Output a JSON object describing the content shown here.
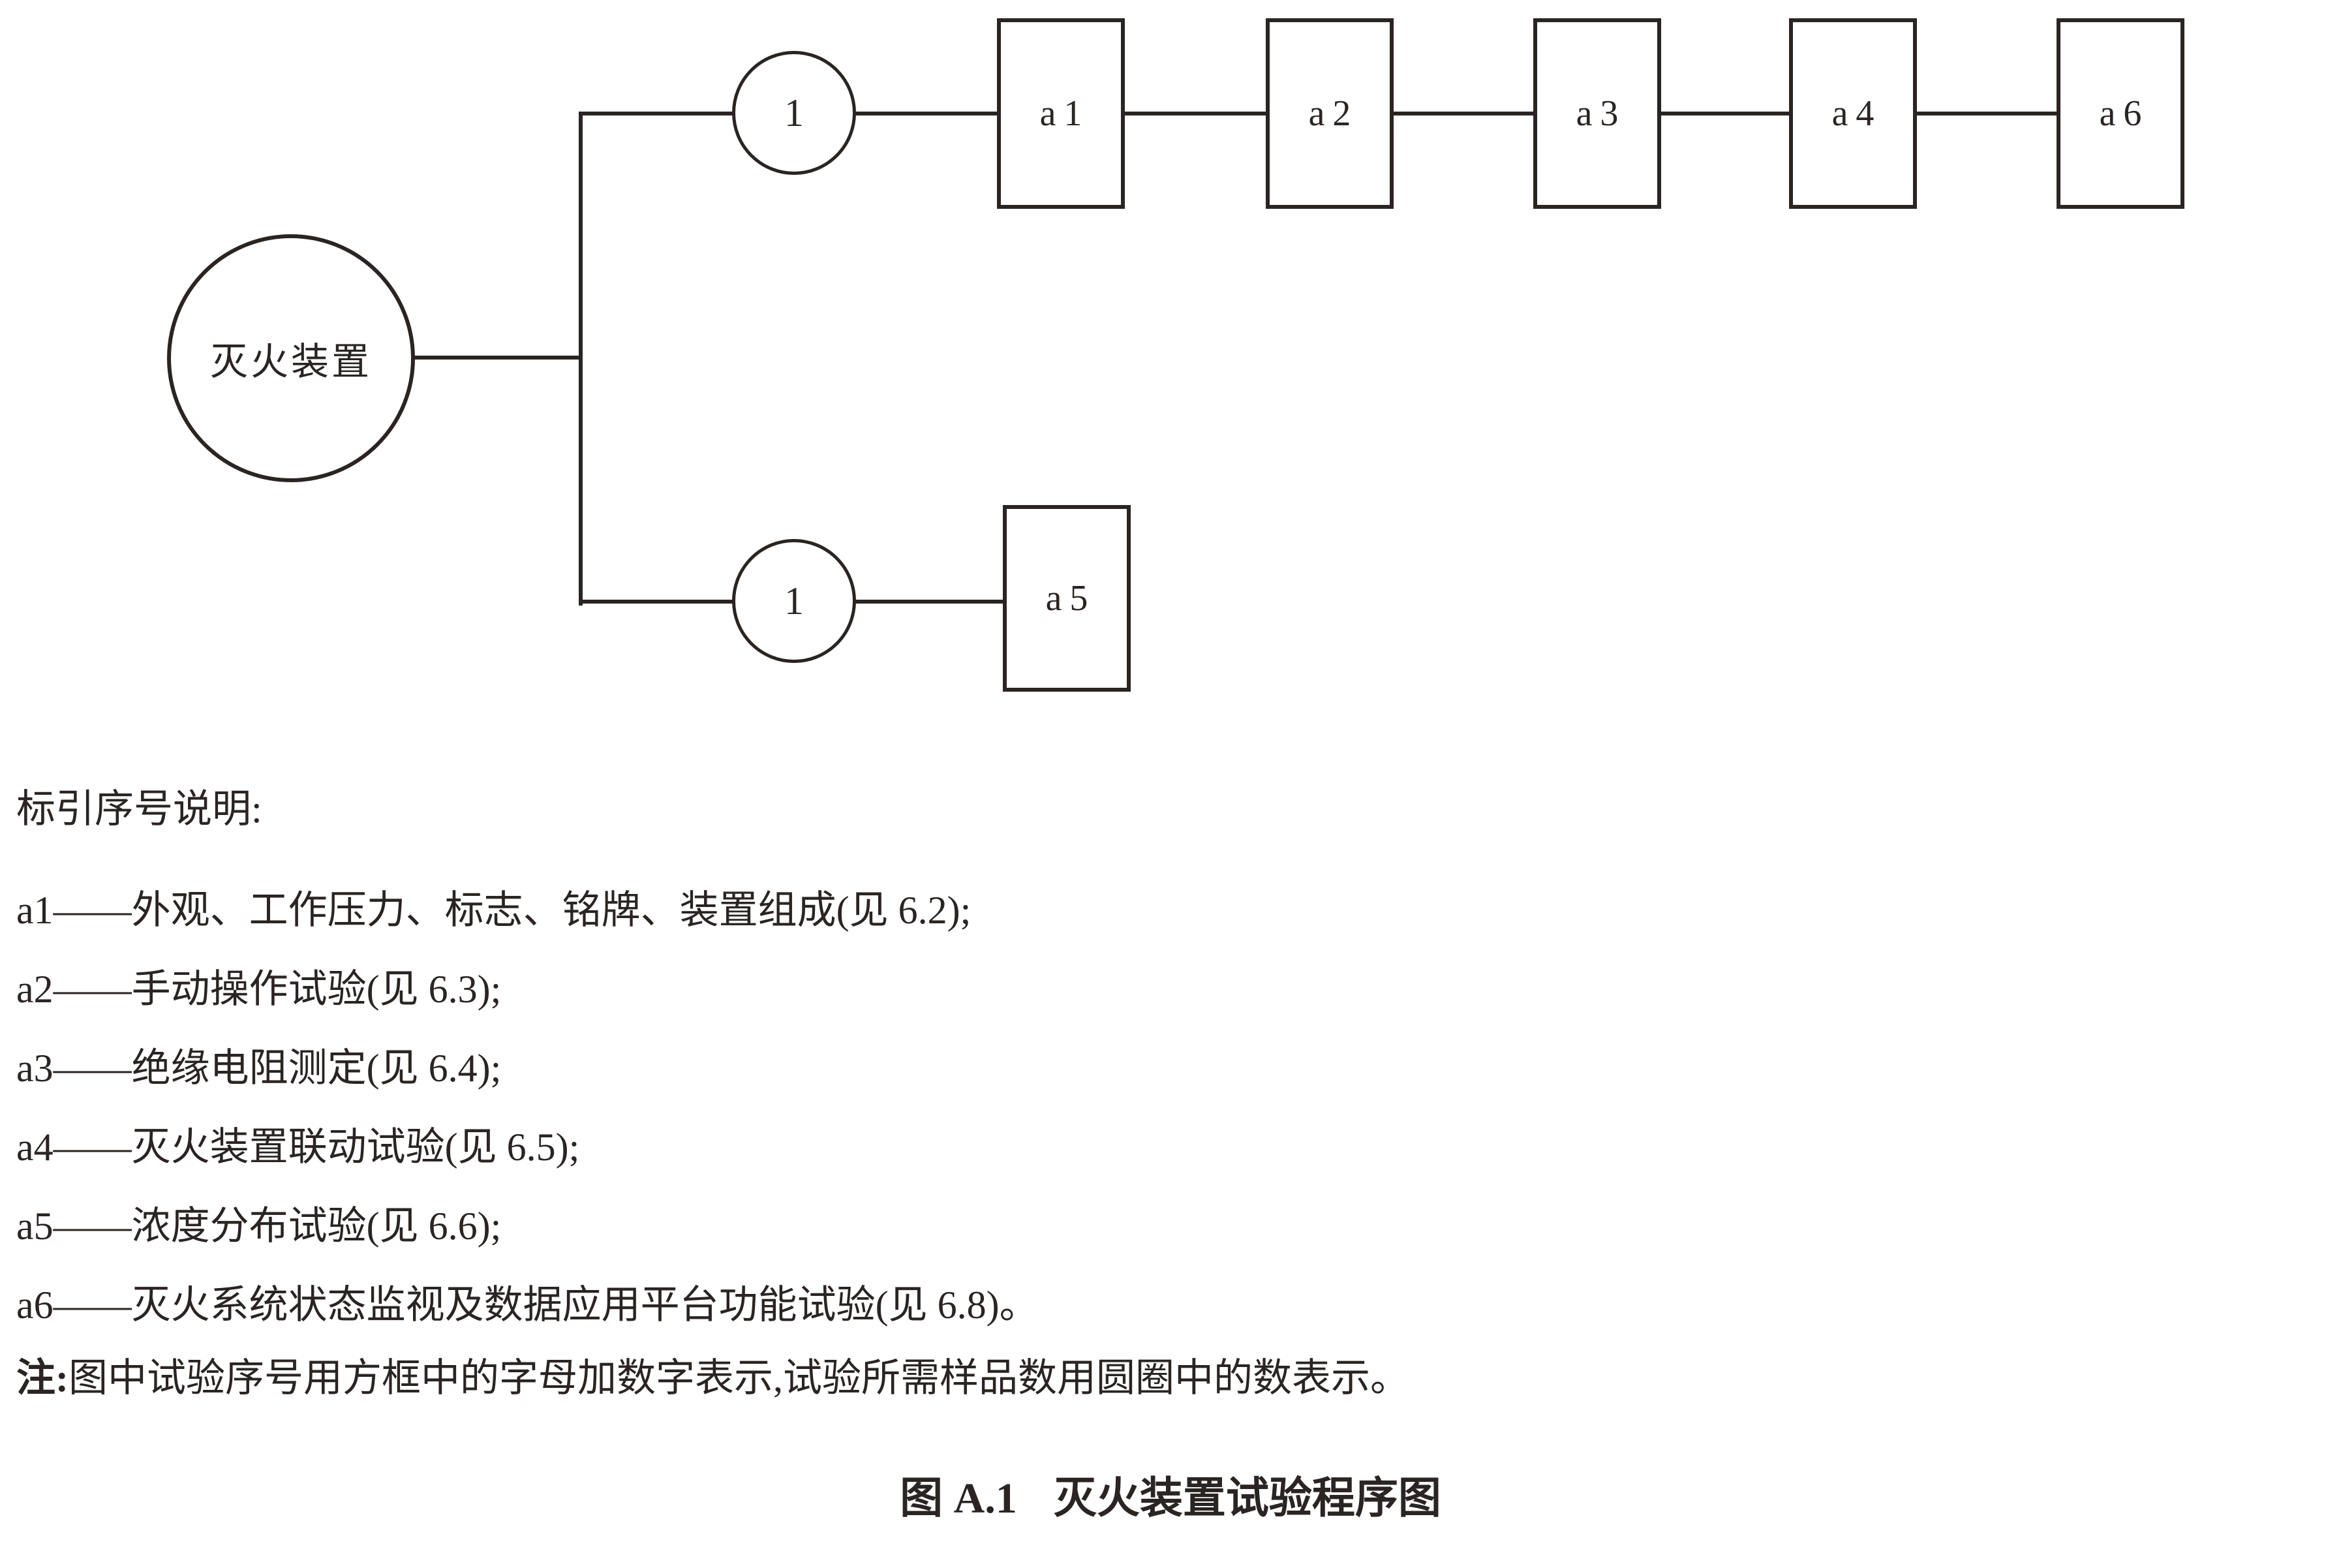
{
  "page": {
    "background": "#ffffff",
    "ink": "#2a2422"
  },
  "diagram": {
    "root": {
      "label": "灭火装置"
    },
    "branches": [
      {
        "sample_count": "1",
        "boxes": [
          {
            "label": "a1"
          },
          {
            "label": "a2"
          },
          {
            "label": "a3"
          },
          {
            "label": "a4"
          },
          {
            "label": "a6"
          }
        ]
      },
      {
        "sample_count": "1",
        "boxes": [
          {
            "label": "a5"
          }
        ]
      }
    ]
  },
  "legend": {
    "heading": "标引序号说明:",
    "dash": "——",
    "items": [
      {
        "id": "a1",
        "desc": "外观、工作压力、标志、铭牌、装置组成(见 6.2);"
      },
      {
        "id": "a2",
        "desc": "手动操作试验(见 6.3);"
      },
      {
        "id": "a3",
        "desc": "绝缘电阻测定(见 6.4);"
      },
      {
        "id": "a4",
        "desc": "灭火装置联动试验(见 6.5);"
      },
      {
        "id": "a5",
        "desc": "浓度分布试验(见 6.6);"
      },
      {
        "id": "a6",
        "desc": "灭火系统状态监视及数据应用平台功能试验(见 6.8)。"
      }
    ]
  },
  "note": {
    "label": "注:",
    "text": "图中试验序号用方框中的字母加数字表示,试验所需样品数用圆圈中的数表示。"
  },
  "caption": {
    "figure_no": "图 A.1",
    "title": "灭火装置试验程序图"
  }
}
